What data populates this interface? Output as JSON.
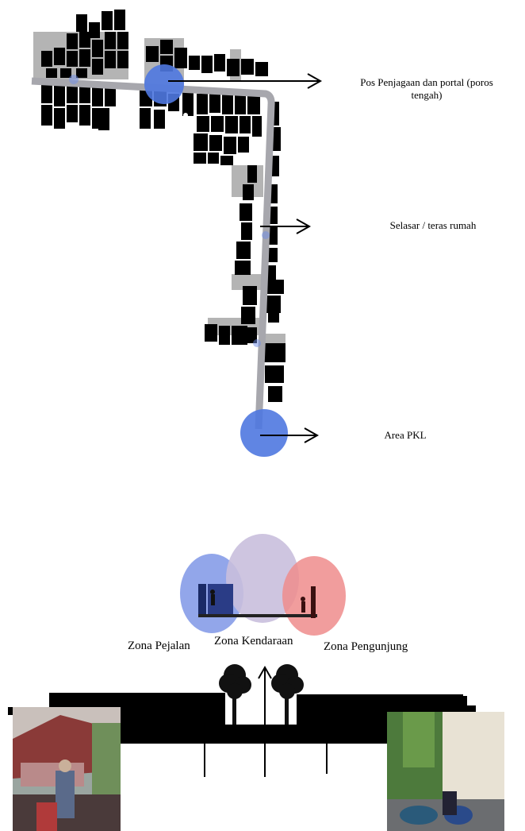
{
  "map": {
    "labels": {
      "guard_post": "Pos Penjagaan dan portal (poros tengah)",
      "terrace": "Selasar / teras rumah",
      "vendor_area": "Area PKL"
    },
    "colors": {
      "building": "#000000",
      "lot": "#b4b4b4",
      "road": "#a7a7ad",
      "zone_marker": "#4f78e0"
    }
  },
  "section": {
    "zones": {
      "left": "Zona Pejalan",
      "center": "Zona Kendaraan",
      "right": "Zona Pengunjung"
    },
    "colors": {
      "left_zone": "#7f96e6",
      "center_zone": "#c9bfdd",
      "right_zone": "#ee8c8c"
    }
  }
}
